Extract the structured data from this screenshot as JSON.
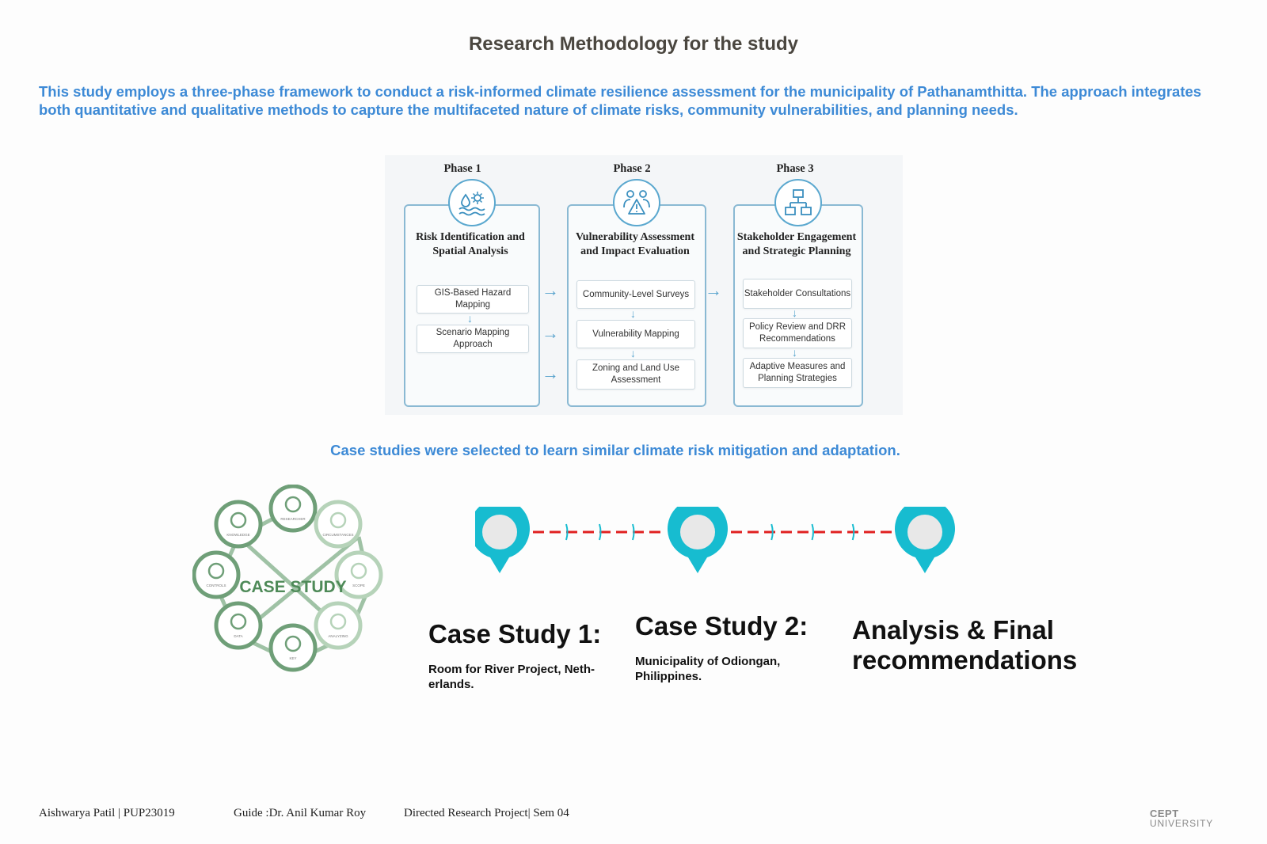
{
  "page": {
    "title": "Research Methodology for the study",
    "intro": "This study employs a three-phase framework to conduct a risk-informed climate resilience assessment for the municipality of Pathanamthitta. The approach integrates both quantitative and qualitative methods to capture the multifaceted nature of climate risks, community vulnerabilities, and planning needs.",
    "case_note": "Case studies were selected to learn similar climate risk mitigation and adaptation."
  },
  "framework": {
    "phases": [
      {
        "label": "Phase 1",
        "icon": "water-sun-icon",
        "title_l1": "Risk Identification and",
        "title_l2": "Spatial Analysis",
        "steps": [
          "GIS-Based Hazard Mapping",
          "Scenario Mapping Approach"
        ]
      },
      {
        "label": "Phase 2",
        "icon": "people-warning-icon",
        "title_l1": "Vulnerability Assessment",
        "title_l2": "and Impact Evaluation",
        "steps": [
          "Community-Level Surveys",
          "Vulnerability Mapping",
          "Zoning and Land Use Assessment"
        ]
      },
      {
        "label": "Phase 3",
        "icon": "hierarchy-icon",
        "title_l1": "Stakeholder Engagement",
        "title_l2": "and Strategic Planning",
        "steps": [
          "Stakeholder Consultations",
          "Policy Review and DRR Recommendations",
          "Adaptive Measures and Planning Strategies"
        ]
      }
    ]
  },
  "case_wheel": {
    "center": "CASE STUDY",
    "items": [
      "RESEARCHER",
      "CIRCUMSTANCES",
      "SCOPE",
      "ANALYZING",
      "KEY",
      "DATA",
      "CONTROLS",
      "KNOWLEDGE"
    ],
    "colors": {
      "dark": "#6f9f78",
      "light": "#b6d3b9",
      "text": "#4e8a58"
    }
  },
  "timeline": {
    "pin_color": "#17bcd0",
    "dash_color": "#e02020",
    "cases": [
      {
        "title": "Case Study 1:",
        "subtitle_l1": "Room for River Project, Neth-",
        "subtitle_l2": "erlands."
      },
      {
        "title": "Case Study 2:",
        "subtitle_l1": "Municipality of Odiongan,",
        "subtitle_l2": "Philippines."
      },
      {
        "title_l1": "Analysis & Final",
        "title_l2": "recommendations"
      }
    ]
  },
  "footer": {
    "author": "Aishwarya Patil | PUP23019",
    "guide": "Guide :Dr. Anil Kumar Roy",
    "project": "Directed Research Project| Sem 04",
    "logo_top": "CEPT",
    "logo_bottom": "UNIVERSITY"
  }
}
